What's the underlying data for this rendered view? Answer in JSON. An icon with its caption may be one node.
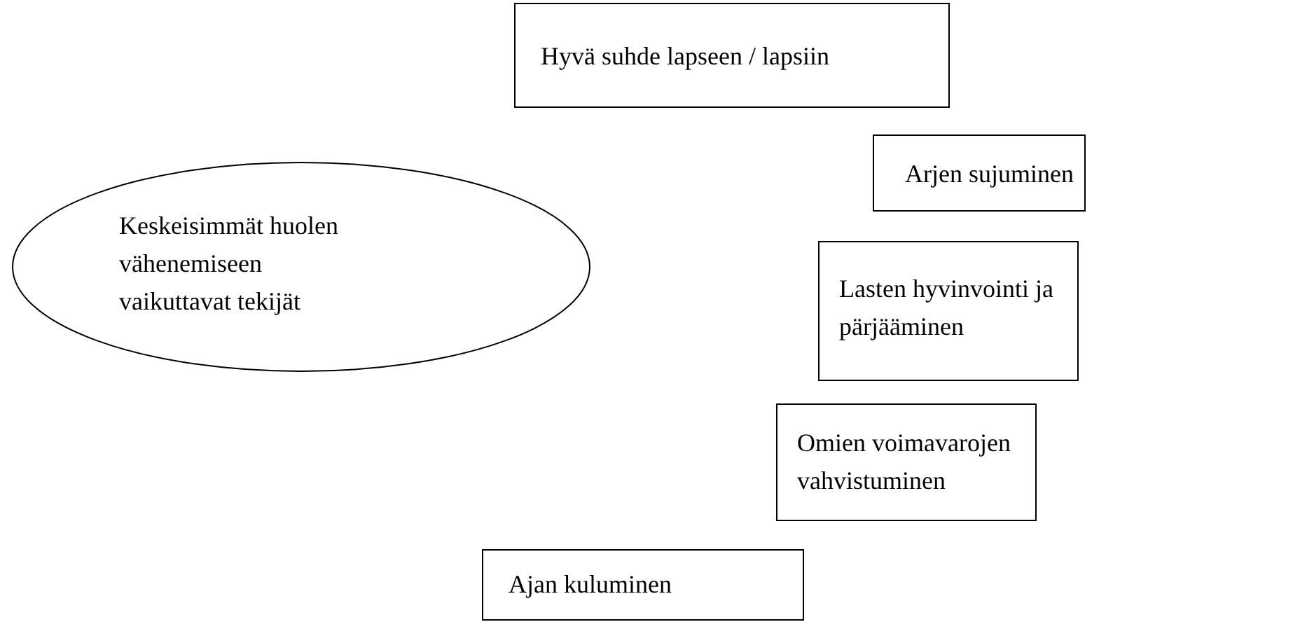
{
  "diagram": {
    "nodes": [
      {
        "text": [
          "Keskeisimmät huolen vähenemiseen vaikuttavat tekijät"
        ]
      },
      {
        "text": [
          "Hyvä suhde lapseen / lapsiin"
        ]
      },
      {
        "text": [
          "Arjen sujuminen"
        ]
      },
      {
        "text": [
          "Lasten hyvinvointi ja pärjääminen"
        ]
      },
      {
        "text": [
          "Omien voimavarojen vahvistuminen"
        ]
      },
      {
        "text": [
          "Ajan kuluminen"
        ]
      }
    ]
  }
}
